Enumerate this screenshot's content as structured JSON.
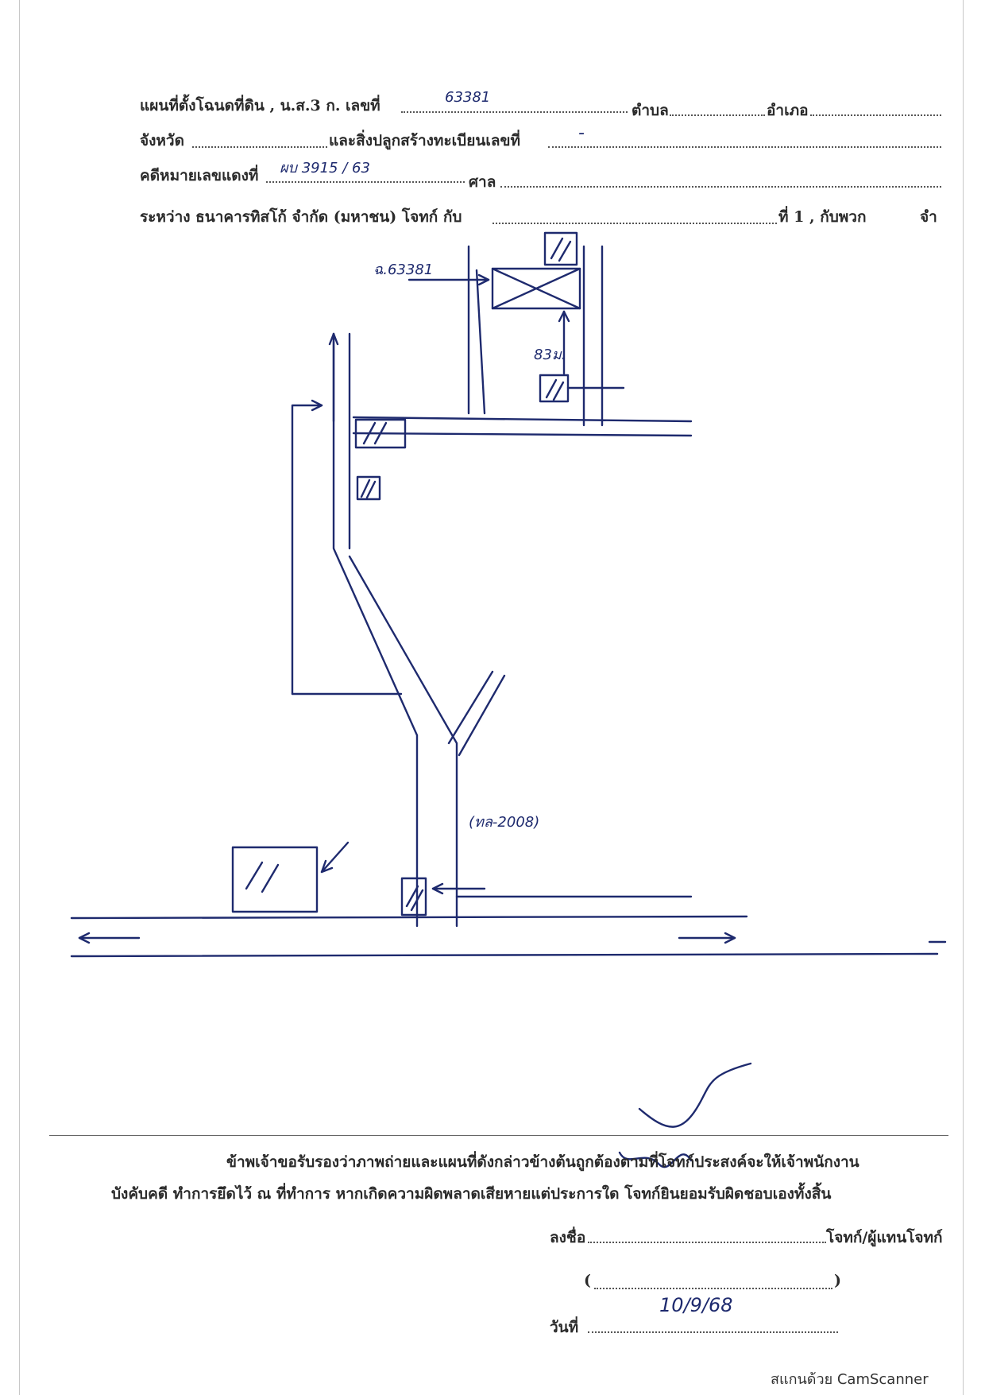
{
  "header": {
    "line1": {
      "label_map": "แผนที่ตั้งโฉนดที่ดิน , น.ส.3 ก. เลขที่",
      "deed_no": "63381",
      "label_tambon": "ตำบล",
      "tambon_value": "",
      "label_amphoe": "อำเภอ",
      "amphoe_value": ""
    },
    "line2": {
      "label_province": "จังหวัด",
      "province_value": "",
      "label_building": "และสิ่งปลูกสร้างทะเบียนเลขที่",
      "building_value": "-"
    },
    "line3": {
      "label_case": "คดีหมายเลขแดงที่",
      "case_value": "ผบ 3915 / 63",
      "label_court": "ศาล",
      "court_value": ""
    },
    "line4": {
      "label_between": "ระหว่าง ธนาคารทิสโก้ จำกัด (มหาชน) โจทก์ กับ",
      "defendant_value": "",
      "label_defendant_no": "ที่ 1 , กับพวก",
      "trailing": "จำ"
    }
  },
  "map": {
    "deed_label": "ฉ.63381",
    "distance_label": "83ม.",
    "road_label": "(ทล-2008)"
  },
  "certification": {
    "line1": "ข้าพเจ้าขอรับรองว่าภาพถ่ายและแผนที่ดังกล่าวข้างต้นถูกต้องตามที่โจทก์ประสงค์จะให้เจ้าพนักงาน",
    "line2": "บังคับคดี ทำการยึดไว้ ณ ที่ทำการ หากเกิดความผิดพลาดเสียหายแต่ประการใด โจทก์ยินยอมรับผิดชอบเองทั้งสิ้น"
  },
  "signature": {
    "label_sign": "ลงชื่อ",
    "label_role": "โจทก์/ผู้แทนโจทก์",
    "paren_open": "(",
    "paren_close": ")",
    "label_date": "วันที่",
    "date_value": "10/9/68"
  },
  "footer": {
    "scanner_watermark": "สแกนด้วย CamScanner"
  },
  "colors": {
    "ink": "#1e2a6e",
    "print": "#2a2a2a"
  }
}
